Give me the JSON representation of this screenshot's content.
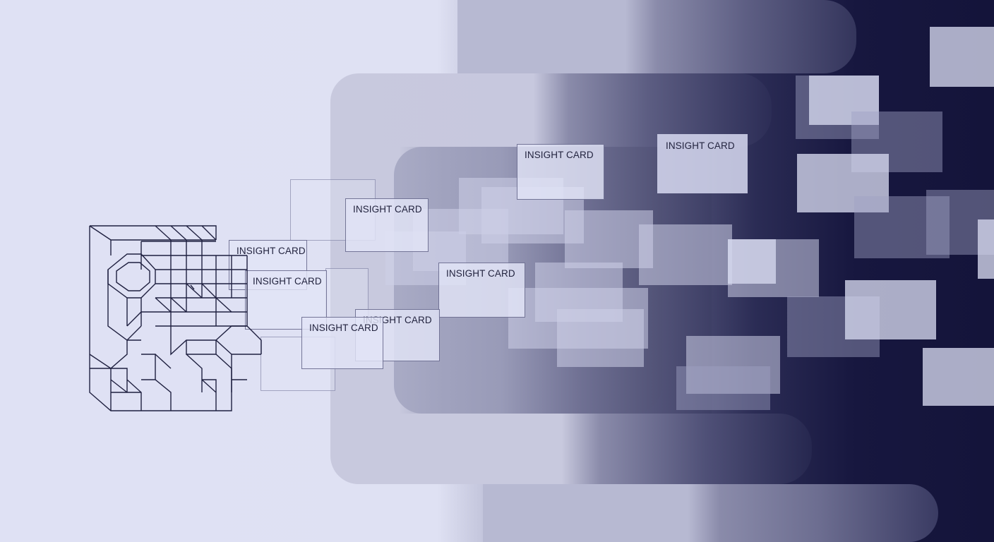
{
  "artwork": {
    "icon": "isometric-maze-icon",
    "colors": {
      "background_light": "#dfe1f3",
      "background_dark": "#14143a",
      "maze_stroke": "#1f2040"
    },
    "cards": [
      {
        "label": "INSIGHT CARD"
      },
      {
        "label": "INSIGHT CARD"
      },
      {
        "label": "INSIGHT CARD"
      },
      {
        "label": "INSIGHT CARD"
      },
      {
        "label": "INSIGHT CARD"
      },
      {
        "label": "INSIGHT CARD"
      },
      {
        "label": "INSIGHT CARD"
      },
      {
        "label": "INSIGHT CARD"
      }
    ]
  }
}
